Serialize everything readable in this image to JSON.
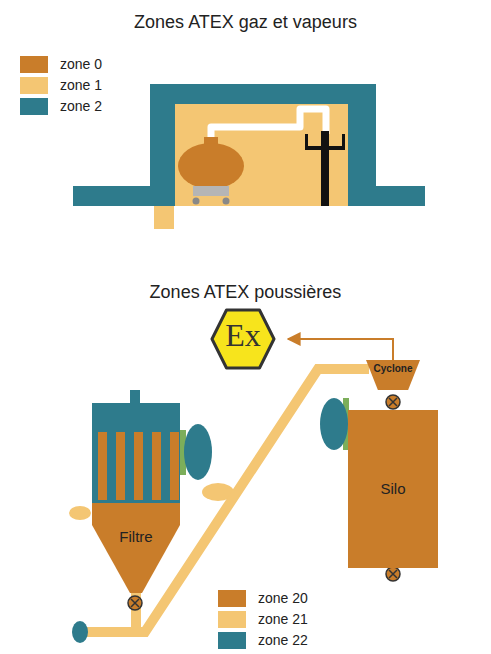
{
  "diagram": {
    "nodes": [
      {
        "text": [
          "Ex"
        ]
      },
      {
        "text": [
          "Cyclone"
        ]
      },
      {
        "text": [
          "Filtre"
        ]
      },
      {
        "text": [
          "Silo"
        ]
      }
    ],
    "edges": [
      {
        "from": 2,
        "to": 1,
        "arrow": "none"
      },
      {
        "from": 1,
        "to": 0,
        "arrow": "to"
      }
    ],
    "labels": [
      "Zones ATEX gaz et vapeurs",
      "Zones ATEX poussières"
    ],
    "legend": [
      {
        "text": "zone 0",
        "color": "#c97d2a"
      },
      {
        "text": "zone 1",
        "color": "#f4c673"
      },
      {
        "text": "zone 2",
        "color": "#2e7b8c"
      },
      {
        "text": "zone 20",
        "color": "#c97d2a"
      },
      {
        "text": "zone 21",
        "color": "#f4c673"
      },
      {
        "text": "zone 22",
        "color": "#2e7b8c"
      }
    ]
  }
}
